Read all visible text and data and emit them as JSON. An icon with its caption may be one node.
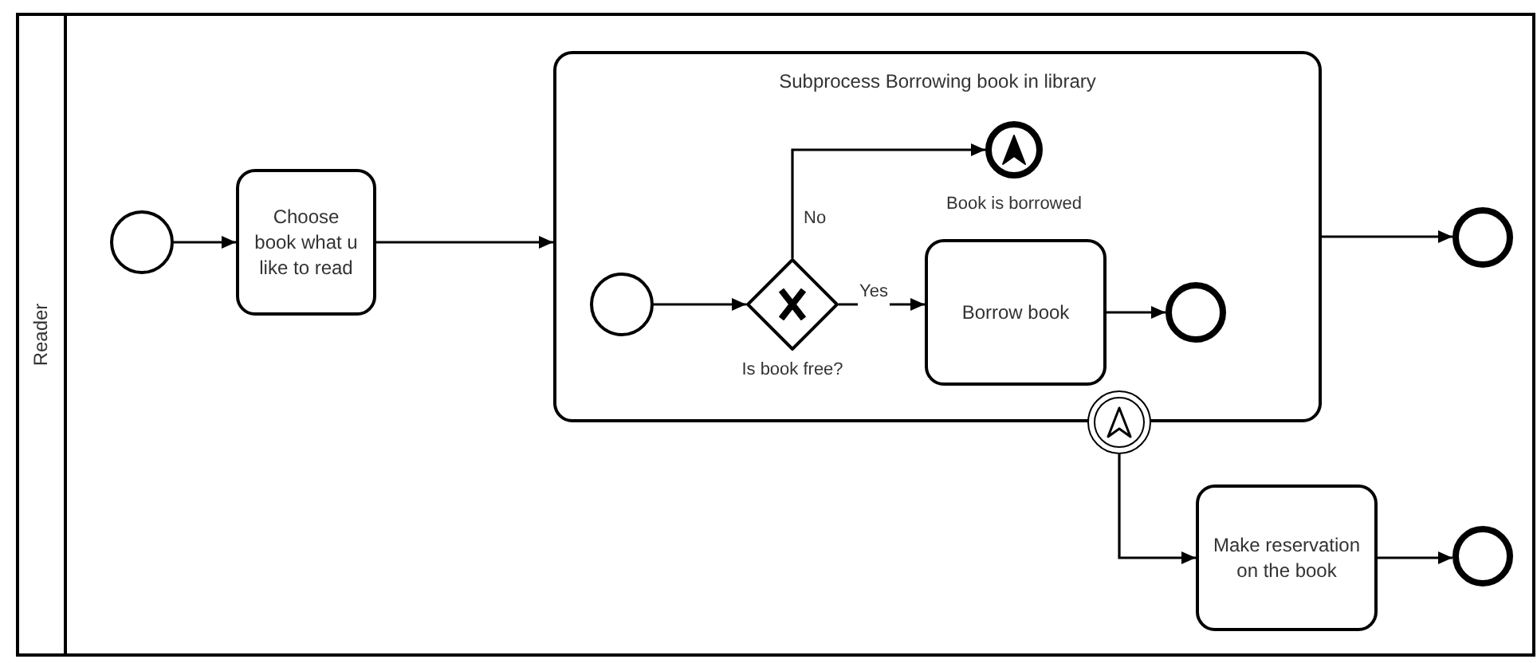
{
  "diagram": {
    "nodes": [
      {
        "text": [
          "Reader"
        ]
      },
      {
        "text": [],
        "shape": "circle",
        "in": 0
      },
      {
        "text": [
          "Choose book what u like to read"
        ],
        "in": 0
      },
      {
        "text": [
          "Subprocess Borrowing book in library"
        ],
        "in": 0
      },
      {
        "text": [],
        "shape": "circle",
        "in": 3
      },
      {
        "text": [],
        "shape": "diamond",
        "in": 3,
        "beside": [
          "Is book free?"
        ]
      },
      {
        "text": [],
        "shape": "circle",
        "in": 3,
        "beside": [
          "Book is borrowed"
        ]
      },
      {
        "text": [
          "Borrow book"
        ],
        "in": 3
      },
      {
        "text": [],
        "shape": "circle",
        "in": 3
      },
      {
        "text": [],
        "shape": "circle",
        "in": 0
      },
      {
        "text": [],
        "shape": "circle",
        "in": 0
      },
      {
        "text": [
          "Make reservation on the book"
        ],
        "in": 0
      },
      {
        "text": [],
        "shape": "circle",
        "in": 0
      }
    ],
    "edges": [
      {
        "from": 1,
        "to": 2,
        "arrow": "to"
      },
      {
        "from": 2,
        "to": 3,
        "arrow": "to"
      },
      {
        "from": 4,
        "to": 5,
        "arrow": "to"
      },
      {
        "from": 5,
        "to": 6,
        "arrow": "to",
        "label": "No"
      },
      {
        "from": 5,
        "to": 7,
        "arrow": "to",
        "label": "Yes"
      },
      {
        "from": 7,
        "to": 8,
        "arrow": "to"
      },
      {
        "from": 3,
        "to": 9,
        "arrow": "to"
      },
      {
        "from": 10,
        "to": 11,
        "arrow": "to"
      },
      {
        "from": 11,
        "to": 12,
        "arrow": "to"
      }
    ]
  }
}
